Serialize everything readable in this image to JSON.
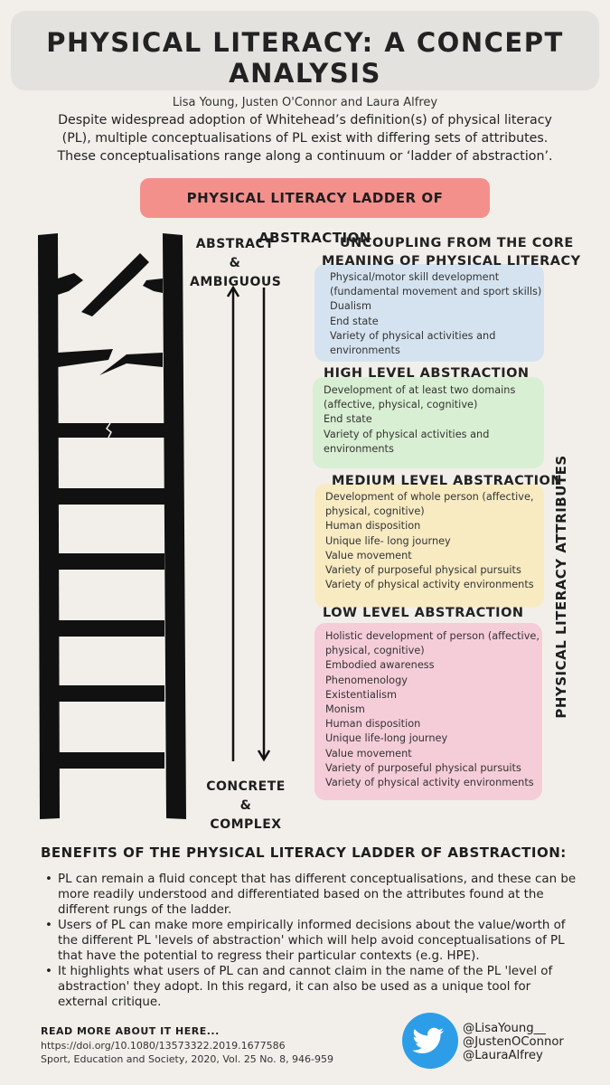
{
  "header": {
    "title": "Physical Literacy: A Concept Analysis",
    "authors": "Lisa Young, Justen O'Connor and Laura Alfrey"
  },
  "intro": [
    "Despite widespread adoption of Whitehead’s definition(s) of physical literacy",
    "(PL), multiple conceptualisations of PL exist with differing sets of attributes.",
    "These conceptualisations range along a continuum or ‘ladder of abstraction’."
  ],
  "ladder_label": "Physical Literacy Ladder of Abstraction",
  "top_label": [
    "Abstract &",
    "Ambiguous"
  ],
  "bottom_label": [
    "Concrete &",
    "Complex"
  ],
  "vertical_label": "Physical Literacy Attributes",
  "levels": [
    {
      "heading": [
        "Uncoupling from the core",
        "meaning of physical literacy"
      ],
      "color": "#d5e3f0",
      "items": [
        "Physical/motor skill development",
        "(fundamental movement and sport skills)",
        "Dualism",
        "End state",
        "Variety of physical activities and",
        "environments"
      ]
    },
    {
      "heading": [
        "High level abstraction"
      ],
      "color": "#d9efd3",
      "items": [
        "Development of at least two domains",
        "(affective, physical, cognitive)",
        "End state",
        "Variety of physical activities and",
        "environments"
      ]
    },
    {
      "heading": [
        "Medium level abstraction"
      ],
      "color": "#f8ebc2",
      "items": [
        "Development of whole person (affective,",
        "physical, cognitive)",
        "Human disposition",
        "Unique life- long journey",
        "Value movement",
        "Variety of purposeful physical pursuits",
        "Variety of physical activity environments"
      ]
    },
    {
      "heading": [
        "Low level abstraction"
      ],
      "color": "#f5cdd9",
      "items": [
        "Holistic development of person (affective,",
        "physical, cognitive)",
        "Embodied awareness",
        "Phenomenology",
        "Existentialism",
        "Monism",
        "Human disposition",
        "Unique life-long journey",
        "Value movement",
        "Variety of purposeful physical pursuits",
        "Variety of physical activity environments"
      ]
    }
  ],
  "benefits": {
    "heading": "Benefits of the physical literacy ladder of abstraction:",
    "bullets": [
      "PL can remain a fluid concept that has different conceptualisations, and these can be more readily understood and differentiated based on the attributes found at the different rungs of the ladder.",
      "Users of PL can make more empirically informed decisions about the value/worth of the different PL 'levels of abstraction' which will help avoid conceptualisations of PL that have the potential to regress their particular contexts (e.g. HPE).",
      "It highlights what users of PL can and cannot claim in the name of the PL 'level of abstraction' they adopt. In this regard, it can also be used as a unique tool for external critique."
    ]
  },
  "footer": {
    "read_more": "Read more about it here...",
    "doi": "https://doi.org/10.1080/13573322.2019.1677586",
    "citation": "Sport, Education and Society, 2020, Vol. 25 No. 8, 946-959",
    "icon": "twitter-bird-icon",
    "twitter_color": "#2e9de8",
    "handles": [
      "@LisaYoung__",
      "@JustenOConnor",
      "@LauraAlfrey"
    ]
  }
}
